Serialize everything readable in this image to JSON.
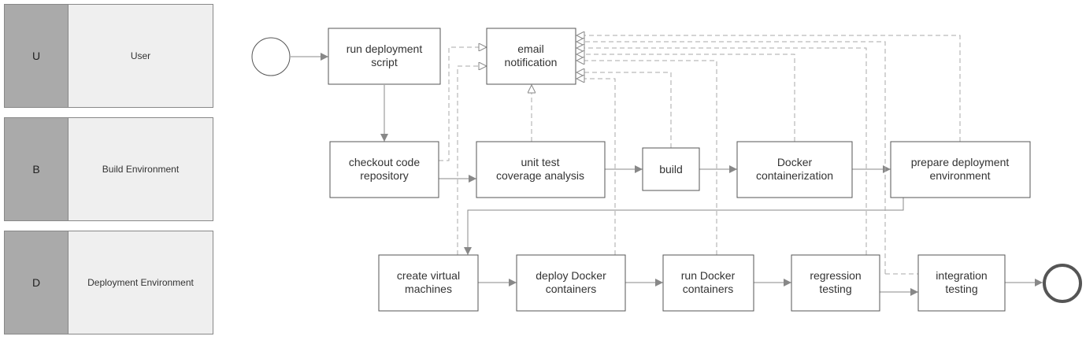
{
  "lanes": [
    {
      "code": "U",
      "name": "User"
    },
    {
      "code": "B",
      "name": "Build Environment"
    },
    {
      "code": "D",
      "name": "Deployment Environment"
    }
  ],
  "tasks": {
    "run_deployment_script": [
      "run deployment",
      "script"
    ],
    "email_notification": [
      "email",
      "notification"
    ],
    "checkout_code_repository": [
      "checkout code",
      "repository"
    ],
    "unit_test_coverage": [
      "unit test",
      "coverage analysis"
    ],
    "build": [
      "build"
    ],
    "docker_containerization": [
      "Docker",
      "containerization"
    ],
    "prepare_deployment_environment": [
      "prepare deployment",
      "environment"
    ],
    "create_virtual_machines": [
      "create virtual",
      "machines"
    ],
    "deploy_docker_containers": [
      "deploy Docker",
      "containers"
    ],
    "run_docker_containers": [
      "run Docker",
      "containers"
    ],
    "regression_testing": [
      "regression",
      "testing"
    ],
    "integration_testing": [
      "integration",
      "testing"
    ]
  }
}
